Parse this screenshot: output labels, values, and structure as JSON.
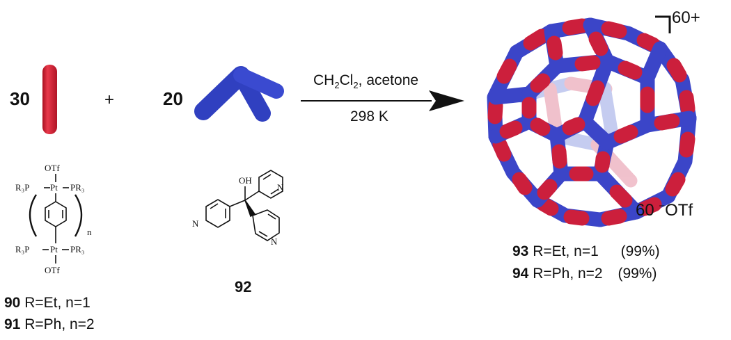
{
  "reagents": {
    "coef_linker": "30",
    "plus": "+",
    "coef_angular": "20"
  },
  "conditions": {
    "solvent_ch": "CH",
    "solvent_2a": "2",
    "solvent_cl": "Cl",
    "solvent_2b": "2",
    "solvent_rest": ", acetone",
    "temperature": "298 K"
  },
  "product": {
    "charge": "60+",
    "counterion_count": "60",
    "counterion_minus": "−",
    "counterion_name": "OTf",
    "entries": [
      {
        "num": "93",
        "desc": "R=Et, n=1",
        "yield": "(99%)"
      },
      {
        "num": "94",
        "desc": "R=Ph, n=2",
        "yield": "(99%)"
      }
    ]
  },
  "linker_structure": {
    "top_ligand": "OTf",
    "bottom_ligand": "OTf",
    "left_top": "R₃P",
    "right_top": "PR₃",
    "left_bottom": "R₃P",
    "right_bottom": "PR₃",
    "metal": "Pt",
    "subscript": "n",
    "entries": [
      {
        "num": "90",
        "desc": "R=Et, n=1"
      },
      {
        "num": "91",
        "desc": "R=Ph, n=2"
      }
    ]
  },
  "angular_structure": {
    "oh": "OH",
    "n": "N",
    "compound": "92"
  },
  "colors": {
    "linker_red": "#d42035",
    "angular_blue": "#3040c0",
    "cage_red": "#cc1f3c",
    "cage_blue": "#3b45c8"
  }
}
